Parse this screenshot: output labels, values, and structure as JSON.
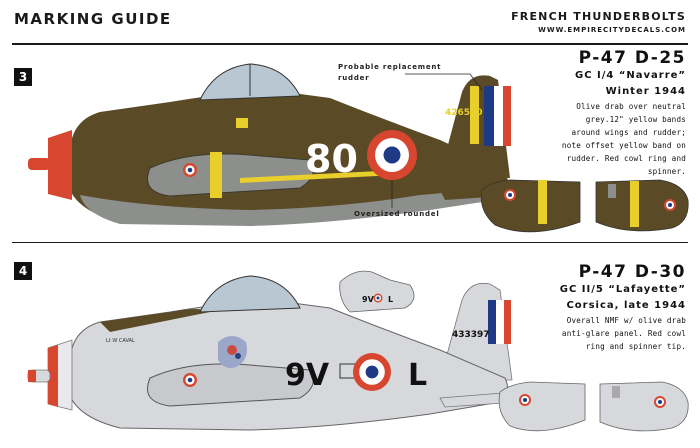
{
  "header": {
    "title": "MARKING GUIDE",
    "series": "FRENCH THUNDERBOLTS",
    "url": "WWW.EMPIRECITYDECALS.COM"
  },
  "profiles": [
    {
      "number": "3",
      "model": "P-47 D-25",
      "unit": "GC I/4 “Navarre”",
      "season": "Winter 1944",
      "description": [
        "Olive drab over neutral",
        "grey.12\" yellow bands",
        "around wings and rudder;",
        "note offset yellow band on",
        "rudder. Red cowl ring and",
        "spinner."
      ],
      "fuselage_code": "80",
      "serial": "426520",
      "callouts": {
        "rudder_line1": "Probable replacement",
        "rudder_line2": "rudder",
        "roundel": "Oversized roundel"
      },
      "colors": {
        "olive": "#5b4a26",
        "grey": "#8d8f8c",
        "yellow": "#e9cf2b",
        "red": "#d7462f",
        "blue": "#1e3a84"
      }
    },
    {
      "number": "4",
      "model": "P-47 D-30",
      "unit": "GC II/5 “Lafayette”",
      "season": "Corsica, late 1944",
      "description": [
        "Overall NMF w/ olive drab",
        "anti-glare panel. Red cowl",
        "ring and spinner tip."
      ],
      "fuselage_code_left": "9V",
      "fuselage_code_right": "L",
      "serial": "433397",
      "nose_art_text": "Lt W CAVAL",
      "colors": {
        "metal": "#d7d8dc",
        "olive": "#5b4a26",
        "red": "#d7462f",
        "blue": "#1e3a84"
      }
    }
  ]
}
